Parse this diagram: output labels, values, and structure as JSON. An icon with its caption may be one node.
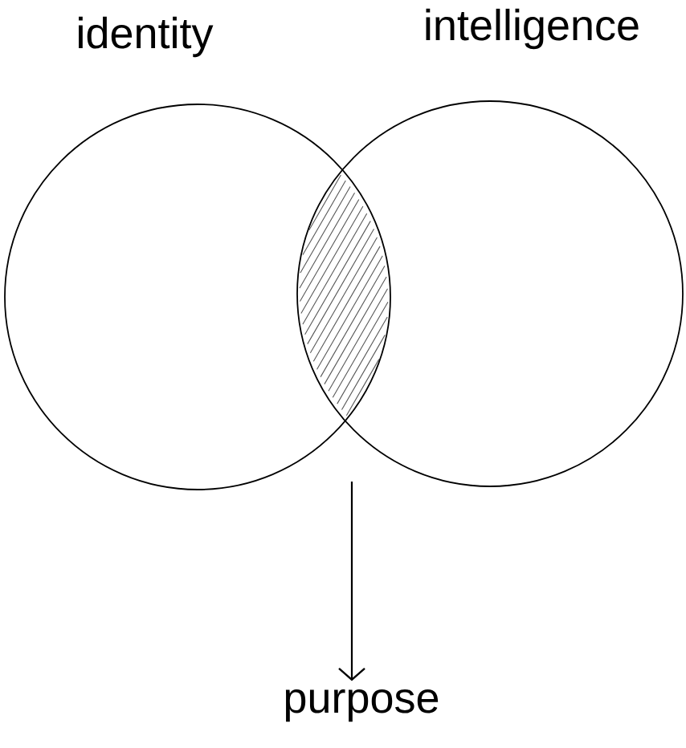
{
  "diagram": {
    "nodes": [
      {
        "text": [
          "identity"
        ]
      },
      {
        "text": [
          "intelligence"
        ]
      },
      {
        "text": [
          "purpose"
        ]
      }
    ],
    "edges": [
      {
        "from": null,
        "to": 2,
        "arrow": "to"
      }
    ]
  }
}
